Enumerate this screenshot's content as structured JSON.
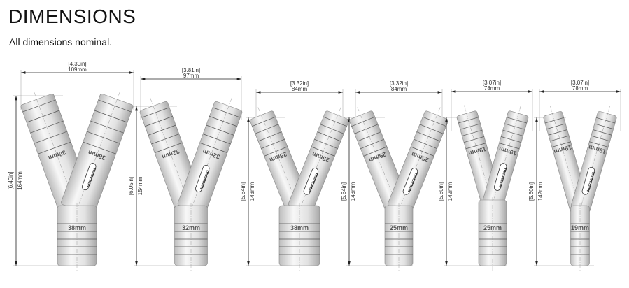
{
  "title": "DIMENSIONS",
  "subtitle": "All dimensions nominal.",
  "brand_logo": "TRUDESIGN",
  "fittings": [
    {
      "width_in": "4.30in",
      "width_mm": "109mm",
      "height_in": "6.46in",
      "height_mm": "164mm",
      "arm_label": "38mm",
      "spigot_label": "38mm"
    },
    {
      "width_in": "3.81in",
      "width_mm": "97mm",
      "height_in": "6.05in",
      "height_mm": "154mm",
      "arm_label": "32mm",
      "spigot_label": "32mm"
    },
    {
      "width_in": "3.32in",
      "width_mm": "84mm",
      "height_in": "5.64in",
      "height_mm": "143mm",
      "arm_label": "25mm",
      "spigot_label": "38mm"
    },
    {
      "width_in": "3.32in",
      "width_mm": "84mm",
      "height_in": "5.64in",
      "height_mm": "143mm",
      "arm_label": "25mm",
      "spigot_label": "25mm"
    },
    {
      "width_in": "3.07in",
      "width_mm": "78mm",
      "height_in": "5.60in",
      "height_mm": "142mm",
      "arm_label": "19mm",
      "spigot_label": "25mm"
    },
    {
      "width_in": "3.07in",
      "width_mm": "78mm",
      "height_in": "5.60in",
      "height_mm": "142mm",
      "arm_label": "19mm",
      "spigot_label": "19mm"
    }
  ]
}
